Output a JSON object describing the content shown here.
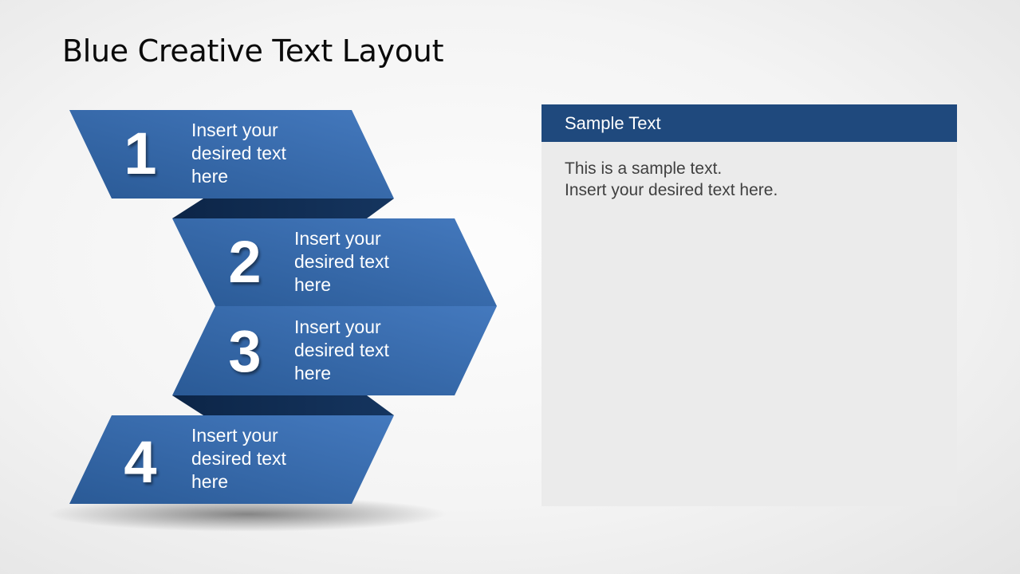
{
  "slide": {
    "title": "Blue Creative Text Layout"
  },
  "steps": [
    {
      "number": "1",
      "lines": [
        "Insert your",
        "desired text",
        "here"
      ]
    },
    {
      "number": "2",
      "lines": [
        "Insert your",
        "desired text",
        "here"
      ]
    },
    {
      "number": "3",
      "lines": [
        "Insert your",
        "desired text",
        "here"
      ]
    },
    {
      "number": "4",
      "lines": [
        "Insert your",
        "desired text",
        "here"
      ]
    }
  ],
  "panel": {
    "header": "Sample Text",
    "body_lines": [
      "This is a sample text.",
      "Insert your desired text here."
    ]
  },
  "colors": {
    "band_light": "#4477bd",
    "band_dark": "#2a5a96",
    "fold": "#0f2b52",
    "panel_header": "#1f497d",
    "panel_bg": "#ebebeb",
    "panel_text": "#404040"
  }
}
